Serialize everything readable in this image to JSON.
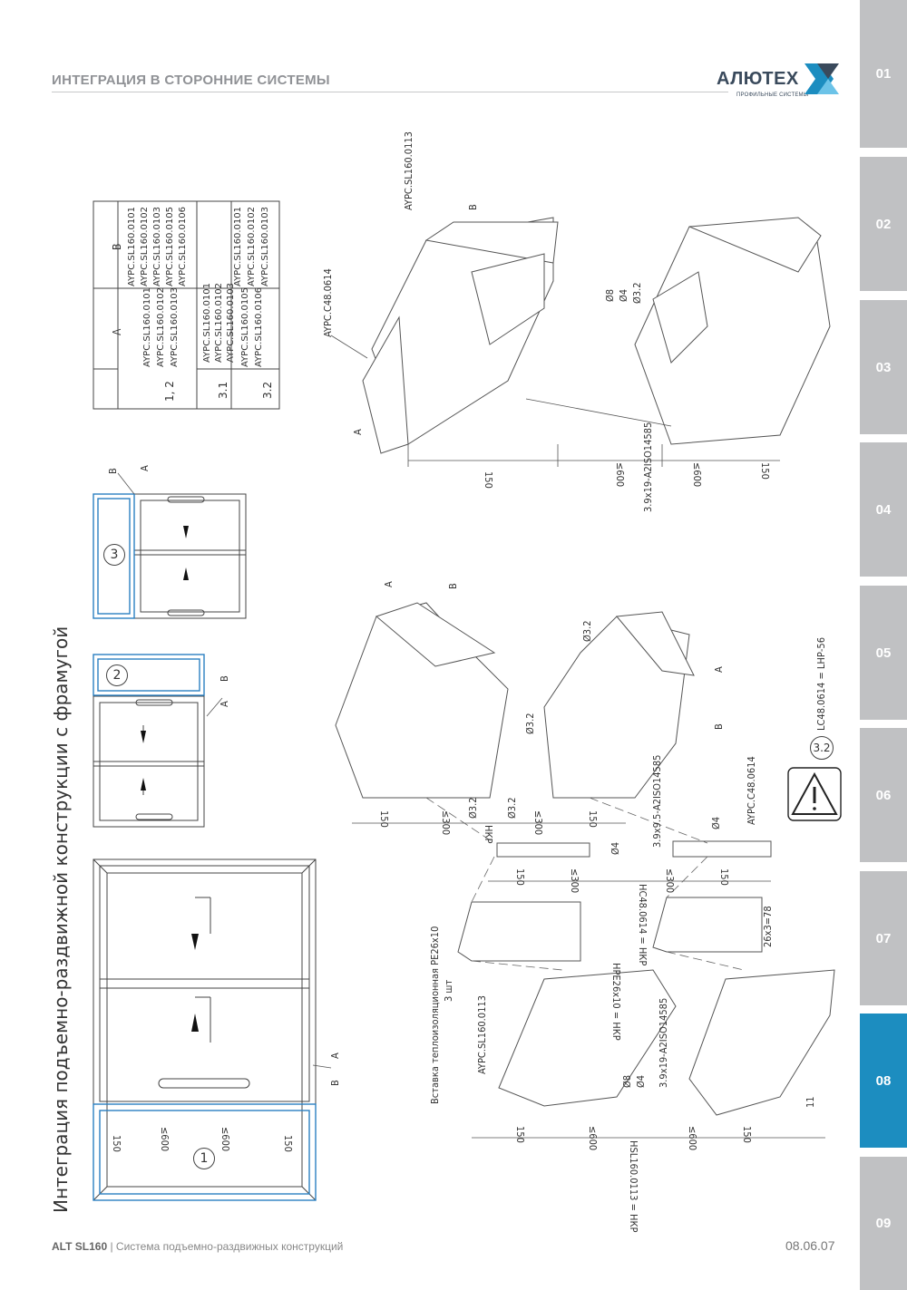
{
  "header": {
    "title": "ИНТЕГРАЦИЯ В СТОРОННИЕ СИСТЕМЫ",
    "logo_name": "АЛЮТЕХ",
    "logo_sub": "ПРОФИЛЬНЫЕ СИСТЕМЫ"
  },
  "tabs": [
    {
      "label": "01",
      "active": false
    },
    {
      "label": "02",
      "active": false
    },
    {
      "label": "03",
      "active": false
    },
    {
      "label": "04",
      "active": false
    },
    {
      "label": "05",
      "active": false
    },
    {
      "label": "06",
      "active": false
    },
    {
      "label": "07",
      "active": false
    },
    {
      "label": "08",
      "active": true
    },
    {
      "label": "09",
      "active": false
    }
  ],
  "colors": {
    "tab_active": "#1c8dc0",
    "tab_inactive": "#c0c1c3",
    "accent_blue": "#2a7fc1"
  },
  "title": "Интеграция подъемно-раздвижной конструкции с фрамугой",
  "table": {
    "headers": [
      "",
      "A",
      "B"
    ],
    "rows": [
      {
        "case": "1, 2",
        "a": [
          "AYPC.SL160.0101",
          "AYPC.SL160.0102",
          "AYPC.SL160.0103"
        ],
        "b": [
          "AYPC.SL160.0101",
          "AYPC.SL160.0102",
          "AYPC.SL160.0103",
          "AYPC.SL160.0105",
          "AYPC.SL160.0106"
        ]
      },
      {
        "case": "3.1",
        "span": "AYPC.SL160.0101 AYPC.SL160.0102 AYPC.SL160.0103"
      },
      {
        "case": "3.2",
        "a": [
          "AYPC.SL160.0105",
          "AYPC.SL160.0106"
        ],
        "b": [
          "AYPC.SL160.0101",
          "AYPC.SL160.0102",
          "AYPC.SL160.0103"
        ]
      }
    ]
  },
  "schemes": {
    "one": "1",
    "two": "2",
    "three": "3",
    "label_a": "A",
    "label_b": "B",
    "dims": [
      "150",
      "≤600",
      "≤600",
      "150"
    ]
  },
  "labels": {
    "aypc_0113": "AYPC.SL160.0113",
    "aypc_c48": "AYPC.C48.0614",
    "screw_1": "3.9х19-A2ISO14585",
    "screw_2": "3.9х9.5-A2ISO14585",
    "screw_3": "3.9х19-A2ISO14585",
    "d8": "Ø8",
    "d4": "Ø4",
    "d32": "Ø3.2",
    "d150": "150",
    "d600": "≤600",
    "d300": "≤300",
    "hkp": "HКР",
    "hc48": "HC48.0614 = HКР",
    "hpe": "HРЕ26х10 = HКР",
    "hsl": "HSL160.0113 = HКР",
    "insert": "Вставка теплоизоляционная PE26х10",
    "insert_qty": "3 шт",
    "pe_dim": "26х3=78",
    "dim_11": "11",
    "case32": "3.2",
    "formula": "LC48.0614 = LНР-56"
  },
  "footer": {
    "system_code": "ALT SL160",
    "system_name": "| Система подъемно-раздвижных конструкций",
    "page": "08.06.07"
  }
}
